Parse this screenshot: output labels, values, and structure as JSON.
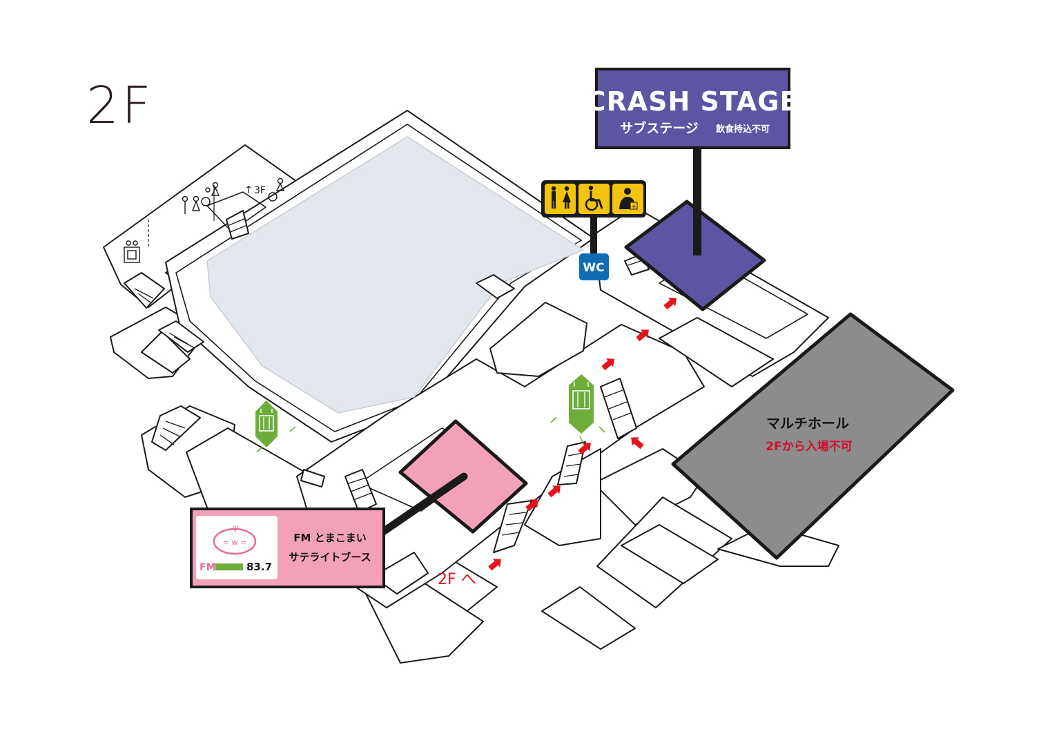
{
  "floor_label": "2F",
  "crash_stage": {
    "title": "CRASH STAGE",
    "subtitle": "サブステージ",
    "note": "飲食持込不可",
    "color": "#5b55a3"
  },
  "wc": {
    "label": "WC",
    "color": "#0e6db5"
  },
  "facility_icons": [
    "restroom-men-women-icon",
    "wheelchair-icon",
    "nursing-room-icon"
  ],
  "elevator_icon": "elevator-icon",
  "multi_hall": {
    "title": "マルチホール",
    "note": "2Fから入場不可",
    "color": "#8c8c8c",
    "note_color": "#d0102b"
  },
  "fm_booth": {
    "line1": "FM とまこまい",
    "line2": "サテライトブース",
    "logo_brand": "FM",
    "logo_freq": "83.7",
    "logo_face": "= w =",
    "color": "#f2a1b8"
  },
  "up_3f_label": "3F",
  "to_2f_label": "2F へ",
  "colors": {
    "arena": "#e3e8ef",
    "arrow": "#e3141c",
    "elevator": "#6dae3a"
  }
}
